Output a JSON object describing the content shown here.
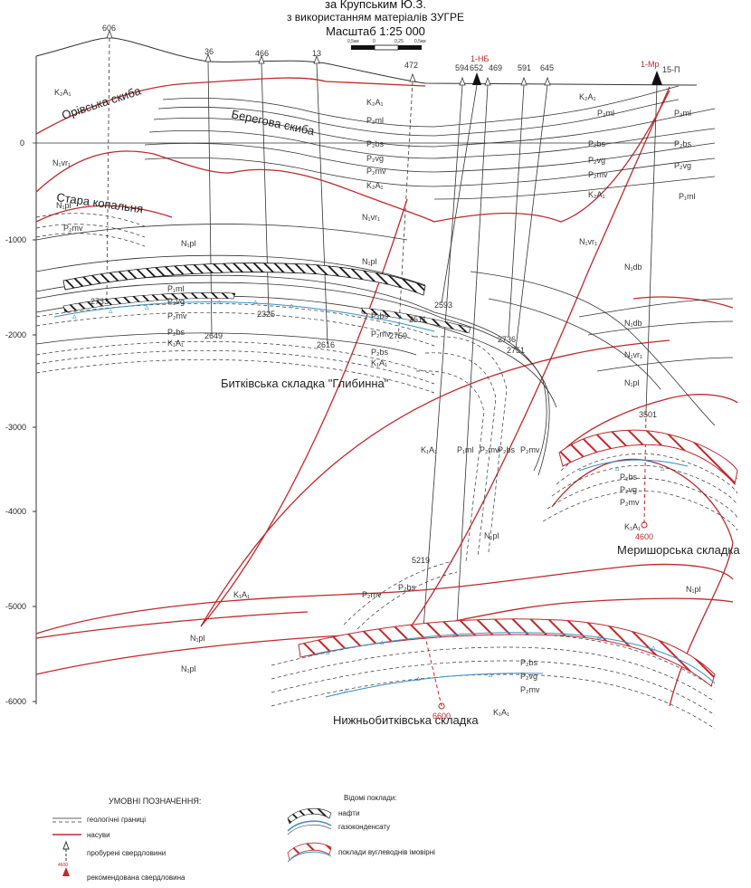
{
  "header": {
    "line1": "за Крупським Ю.З.",
    "line2": "з використанням матеріалів ЗУГРЕ",
    "scale": "Масштаб 1:25 000",
    "scalebar_ticks": [
      "0,5км",
      "0",
      "0,25",
      "0,5км"
    ]
  },
  "y_axis": [
    "0",
    "-1000",
    "-2000",
    "-3000",
    "-4000",
    "-5000",
    "-6000"
  ],
  "wells_top": [
    "606",
    "36",
    "466",
    "13",
    "472",
    "594",
    "1-НБ",
    "652",
    "469",
    "591",
    "645",
    "1-Мр",
    "15-П"
  ],
  "well_depths": [
    "2733",
    "2325",
    "2649",
    "2616",
    "2759",
    "2593",
    "2511",
    "2736",
    "2751",
    "3501",
    "4600",
    "5219",
    "6600"
  ],
  "structures": {
    "oriv": "Орівська скиба",
    "berehova": "Берегова скиба",
    "stara": "Стара копальня",
    "bytkiv": "Битківська складка \"Глибинна\"",
    "merysh": "Меришорська складка",
    "nyzhnobytkiv": "Нижньобитківська складка"
  },
  "strata_labels": [
    "K₂A₁",
    "P₂ml",
    "P₂bs",
    "P₂vg",
    "P₂mv",
    "P₁ml",
    "N₁vr₁",
    "N₁pl",
    "N₁db",
    "K₁A₁"
  ],
  "legend": {
    "title": "УМОВНІ ПОЗНАЧЕННЯ:",
    "items": [
      "геологічні границі",
      "насуви",
      "пробурені свердловини",
      "рекомендована свердловина"
    ],
    "known_title": "Відомі поклади:",
    "known": [
      "нафти",
      "газоконденсату"
    ],
    "probable": "поклади вуглеводнів імовірні",
    "rec_well_mark": "4600"
  }
}
